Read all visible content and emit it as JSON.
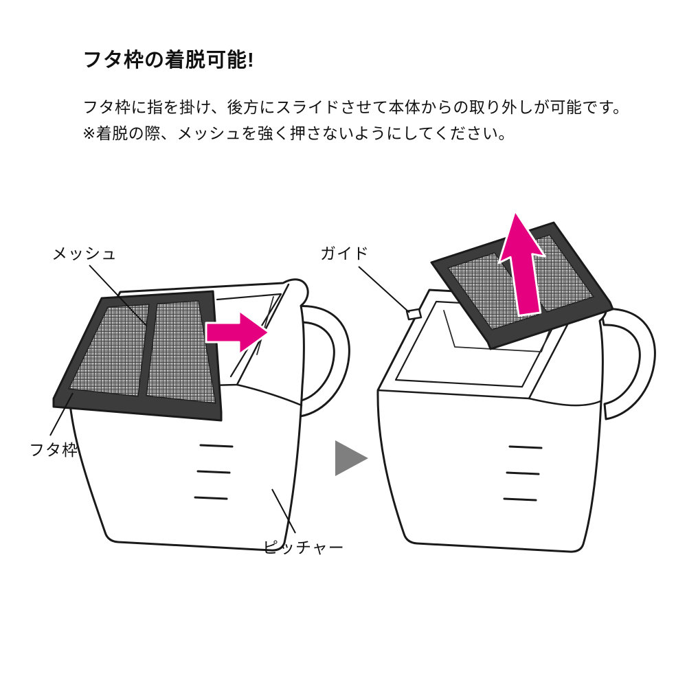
{
  "page": {
    "title": "フタ枠の着脱可能!",
    "description": "フタ枠に指を掛け、後方にスライドさせて本体からの取り外しが可能です。",
    "note": "※着脱の際、メッシュを強く押さないようにしてください。"
  },
  "labels": {
    "mesh": "メッシュ",
    "guide": "ガイド",
    "lid_frame": "フタ枠",
    "pitcher": "ピッチャー"
  },
  "colors": {
    "outline": "#1a1a1a",
    "lid_frame_dark": "#3c3c3c",
    "mesh_grid": "#3f3f3f",
    "mesh_base": "#c9c9c9",
    "accent_magenta": "#e4007f",
    "step_arrow_gray": "#7f7f7f"
  },
  "icons": {
    "slide_arrow": "slide-right-arrow-icon",
    "lift_arrow": "lift-up-arrow-icon",
    "step_arrow": "next-step-arrow-icon"
  }
}
